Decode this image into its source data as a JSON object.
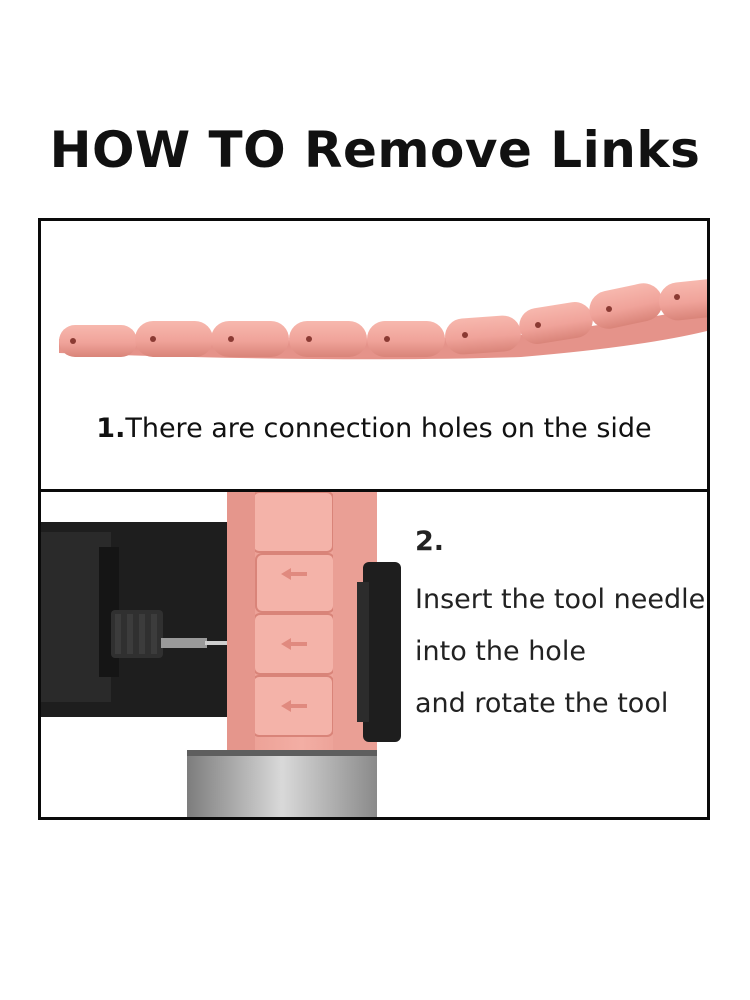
{
  "title": "HOW TO Remove Links",
  "step1": {
    "number": "1.",
    "text": "There are connection holes on the side"
  },
  "step2": {
    "number": "2.",
    "lines": [
      "Insert the tool needle",
      "into the hole",
      "and rotate the tool"
    ]
  },
  "colors": {
    "link_pink": "#f0a39a",
    "link_shadow": "#d98479",
    "tool_black": "#1c1c1c",
    "frame": "#0a0a0a"
  }
}
